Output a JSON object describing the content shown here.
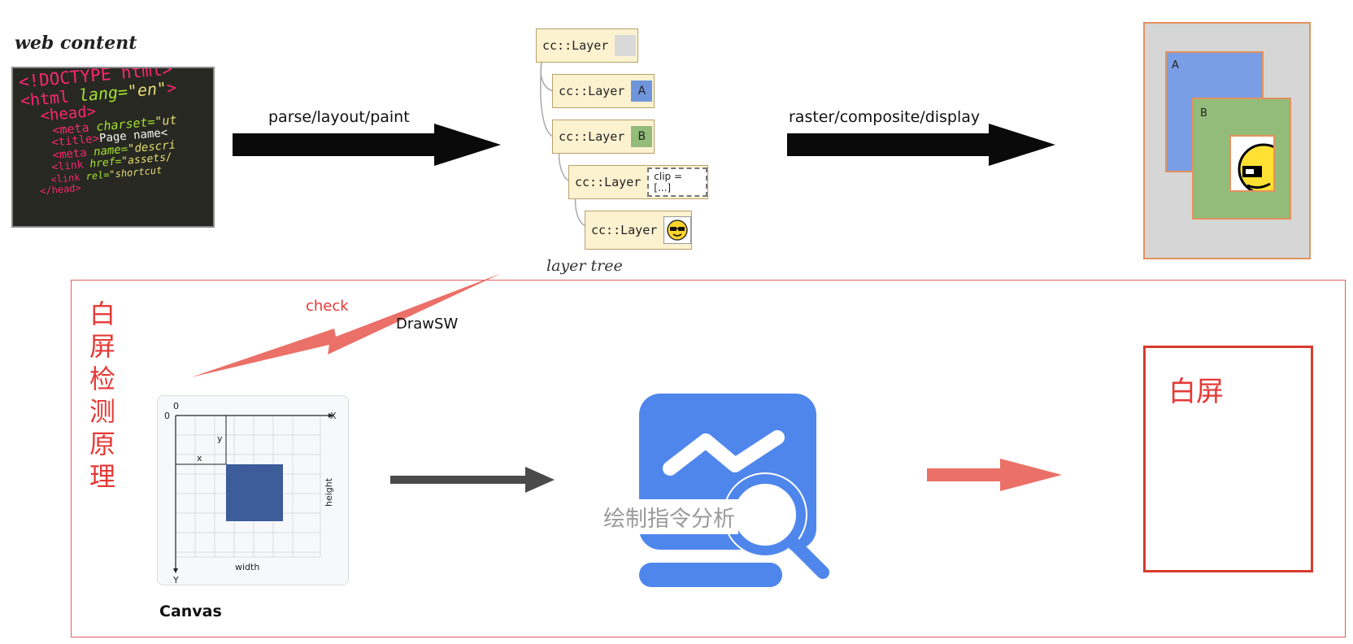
{
  "web_content": {
    "title": "web content",
    "code_lines": [
      [
        {
          "t": "<!DOCTYPE html>",
          "c": "tag"
        }
      ],
      [
        {
          "t": "<html ",
          "c": "tag"
        },
        {
          "t": "lang=",
          "c": "attr"
        },
        {
          "t": "\"en\"",
          "c": "str"
        },
        {
          "t": ">",
          "c": "tag"
        }
      ],
      [
        {
          "t": "  <head>",
          "c": "tag"
        }
      ],
      [
        {
          "t": "    <meta ",
          "c": "tag"
        },
        {
          "t": "charset=",
          "c": "attr"
        },
        {
          "t": "\"ut",
          "c": "str"
        }
      ],
      [
        {
          "t": "    <title>",
          "c": "tag"
        },
        {
          "t": "Page name<",
          "c": "plain"
        }
      ],
      [
        {
          "t": "    <meta ",
          "c": "tag"
        },
        {
          "t": "name=",
          "c": "attr"
        },
        {
          "t": "\"descri",
          "c": "str"
        }
      ],
      [
        {
          "t": "    <link ",
          "c": "tag"
        },
        {
          "t": "href=",
          "c": "attr"
        },
        {
          "t": "\"assets/",
          "c": "str"
        }
      ],
      [
        {
          "t": "    <link ",
          "c": "tag"
        },
        {
          "t": "rel=",
          "c": "attr"
        },
        {
          "t": "\"shortcut",
          "c": "str"
        }
      ],
      [
        {
          "t": "  </head>",
          "c": "tag"
        }
      ]
    ]
  },
  "pipeline": {
    "step1_label": "parse/layout/paint",
    "step2_label": "raster/composite/display"
  },
  "layer_tree": {
    "caption": "layer tree",
    "layers": [
      {
        "label": "cc::Layer",
        "chip": "",
        "chip_color": "#d9d9d9"
      },
      {
        "label": "cc::Layer",
        "chip": "A",
        "chip_color": "#6f96dc"
      },
      {
        "label": "cc::Layer",
        "chip": "B",
        "chip_color": "#93bb79"
      },
      {
        "label": "cc::Layer",
        "chip": "clip = [...]",
        "chip_color": "#ffffff"
      },
      {
        "label": "cc::Layer",
        "chip": "smiley",
        "chip_color": "#ffe033"
      }
    ]
  },
  "composite": {
    "layer_a": "A",
    "layer_b": "B"
  },
  "detection": {
    "section_title_chars": [
      "白",
      "屏",
      "检",
      "测",
      "原",
      "理"
    ],
    "check_label": "check",
    "drawsw_label": "DrawSW",
    "canvas_caption": "Canvas",
    "canvas_axes": {
      "origin": "0",
      "x_axis": "X",
      "y_axis": "Y",
      "x_label": "x",
      "y_label": "y",
      "width_label": "width",
      "height_label": "height"
    },
    "analysis_label": "绘制指令分析",
    "result_label": "白屏"
  },
  "colors": {
    "accent_red": "#e53935",
    "arrow_red": "#ea7068",
    "analysis_blue": "#4f86ec",
    "canvas_rect": "#3c5c9a",
    "layer_bg": "#fdf2d0",
    "code_bg": "#272822"
  }
}
